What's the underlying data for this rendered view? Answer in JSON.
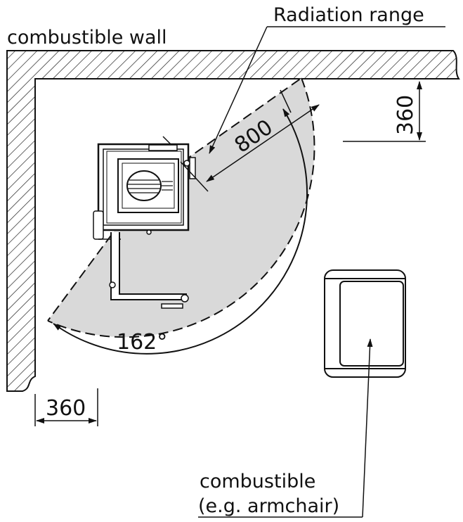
{
  "labels": {
    "wall": "combustible wall",
    "radiation": "Radiation range",
    "distance_radius": "800",
    "distance_top": "360",
    "distance_left": "360",
    "angle": "162°",
    "combustible_line1": "combustible",
    "combustible_line2": "(e.g. armchair)"
  }
}
